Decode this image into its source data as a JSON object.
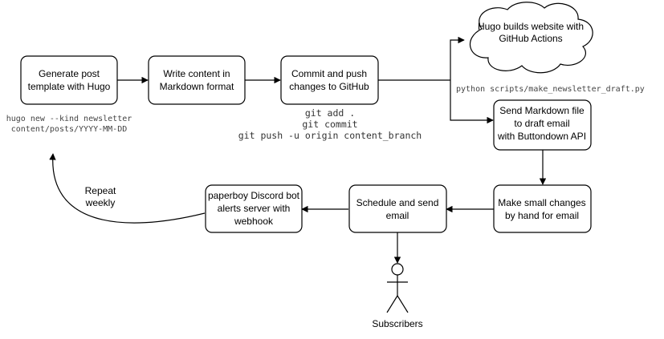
{
  "nodes": {
    "generate": [
      "Generate post",
      "template with Hugo"
    ],
    "write": [
      "Write content in",
      "Markdown format"
    ],
    "commit": [
      "Commit and push",
      "changes to GitHub"
    ],
    "cloud": [
      "Hugo builds website with",
      "GitHub Actions"
    ],
    "send_markdown": [
      "Send Markdown file",
      "to draft email",
      "with Buttondown API"
    ],
    "small_changes": [
      "Make small changes",
      "by hand for email"
    ],
    "schedule": [
      "Schedule and send",
      "email"
    ],
    "discord": [
      "paperboy Discord bot",
      "alerts server with",
      "webhook"
    ]
  },
  "code": {
    "hugo_new": [
      "hugo new --kind newsletter",
      "content/posts/YYYY-MM-DD"
    ],
    "git": [
      "git add .",
      "git commit",
      "git push -u origin content_branch"
    ],
    "python": "python scripts/make_newsletter_draft.py"
  },
  "labels": {
    "repeat": [
      "Repeat",
      "weekly"
    ],
    "actor": "Subscribers"
  }
}
